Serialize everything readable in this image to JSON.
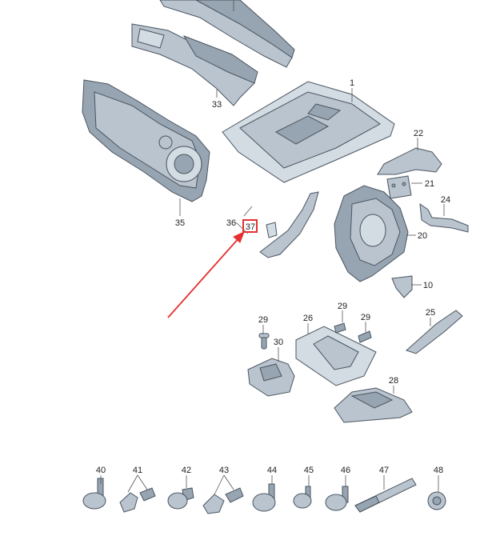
{
  "diagram": {
    "callouts": {
      "c1": "1",
      "c10": "10",
      "c20": "20",
      "c21": "21",
      "c22": "22",
      "c24": "24",
      "c25": "25",
      "c26": "26",
      "c28": "28",
      "c29a": "29",
      "c29b": "29",
      "c29c": "29",
      "c30": "30",
      "c33": "33",
      "c35": "35",
      "c36": "36",
      "c37": "37",
      "c40": "40",
      "c41": "41",
      "c42": "42",
      "c43": "43",
      "c44": "44",
      "c45": "45",
      "c46": "46",
      "c47": "47",
      "c48": "48"
    },
    "highlight_color": "#e53030",
    "part_color": "#b9c4cf",
    "outline_color": "#4a5560"
  }
}
